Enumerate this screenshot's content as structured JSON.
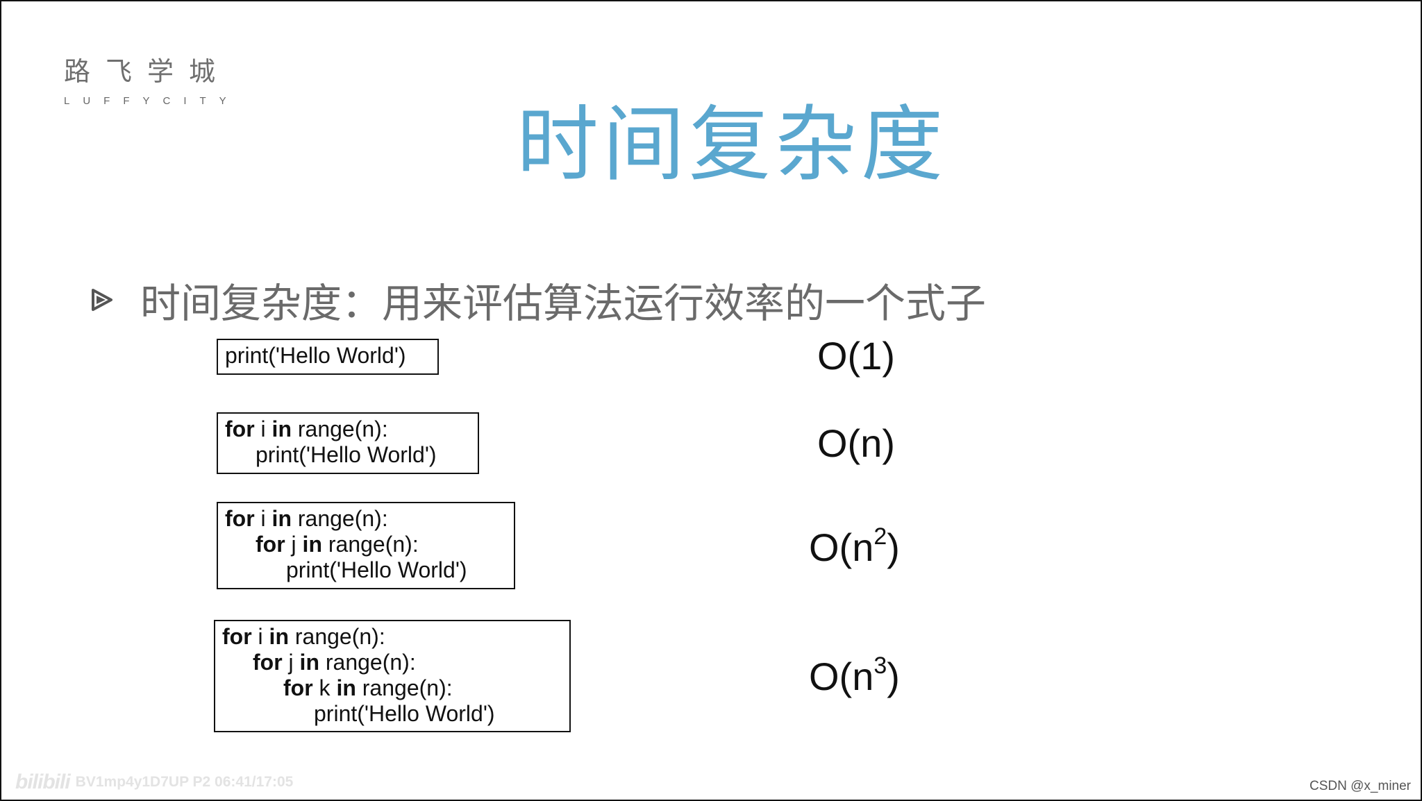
{
  "logo": {
    "cn": "路飞学城",
    "en": "LUFFYCITY"
  },
  "title": "时间复杂度",
  "bullet": {
    "text": "时间复杂度：用来评估算法运行效率的一个式子"
  },
  "examples": [
    {
      "lines": [
        {
          "indent": 0,
          "tokens": [
            {
              "t": "print('Hello World')",
              "b": false
            }
          ]
        }
      ],
      "complexity": {
        "base": "O(1)",
        "exp": ""
      }
    },
    {
      "lines": [
        {
          "indent": 0,
          "tokens": [
            {
              "t": "for",
              "b": true
            },
            {
              "t": " i ",
              "b": false
            },
            {
              "t": "in",
              "b": true
            },
            {
              "t": " range(n):",
              "b": false
            }
          ]
        },
        {
          "indent": 1,
          "tokens": [
            {
              "t": "print('Hello World')",
              "b": false
            }
          ]
        }
      ],
      "complexity": {
        "base": "O(n)",
        "exp": ""
      }
    },
    {
      "lines": [
        {
          "indent": 0,
          "tokens": [
            {
              "t": "for",
              "b": true
            },
            {
              "t": " i ",
              "b": false
            },
            {
              "t": "in",
              "b": true
            },
            {
              "t": " range(n):",
              "b": false
            }
          ]
        },
        {
          "indent": 1,
          "tokens": [
            {
              "t": "for",
              "b": true
            },
            {
              "t": " j ",
              "b": false
            },
            {
              "t": "in",
              "b": true
            },
            {
              "t": " range(n):",
              "b": false
            }
          ]
        },
        {
          "indent": 2,
          "tokens": [
            {
              "t": "print('Hello World')",
              "b": false
            }
          ]
        }
      ],
      "complexity": {
        "base": "O(n",
        "exp": "2",
        "close": ")"
      }
    },
    {
      "lines": [
        {
          "indent": 0,
          "tokens": [
            {
              "t": "for",
              "b": true
            },
            {
              "t": " i ",
              "b": false
            },
            {
              "t": "in",
              "b": true
            },
            {
              "t": " range(n):",
              "b": false
            }
          ]
        },
        {
          "indent": 1,
          "tokens": [
            {
              "t": "for",
              "b": true
            },
            {
              "t": " j ",
              "b": false
            },
            {
              "t": "in",
              "b": true
            },
            {
              "t": " range(n):",
              "b": false
            }
          ]
        },
        {
          "indent": 2,
          "tokens": [
            {
              "t": "for",
              "b": true
            },
            {
              "t": " k ",
              "b": false
            },
            {
              "t": "in",
              "b": true
            },
            {
              "t": " range(n):",
              "b": false
            }
          ]
        },
        {
          "indent": 3,
          "tokens": [
            {
              "t": "print('Hello World')",
              "b": false
            }
          ]
        }
      ],
      "complexity": {
        "base": "O(n",
        "exp": "3",
        "close": ")"
      }
    }
  ],
  "watermark": {
    "platform": "bilibili",
    "video_info": "BV1mp4y1D7UP P2 06:41/17:05",
    "credit": "CSDN @x_miner"
  }
}
